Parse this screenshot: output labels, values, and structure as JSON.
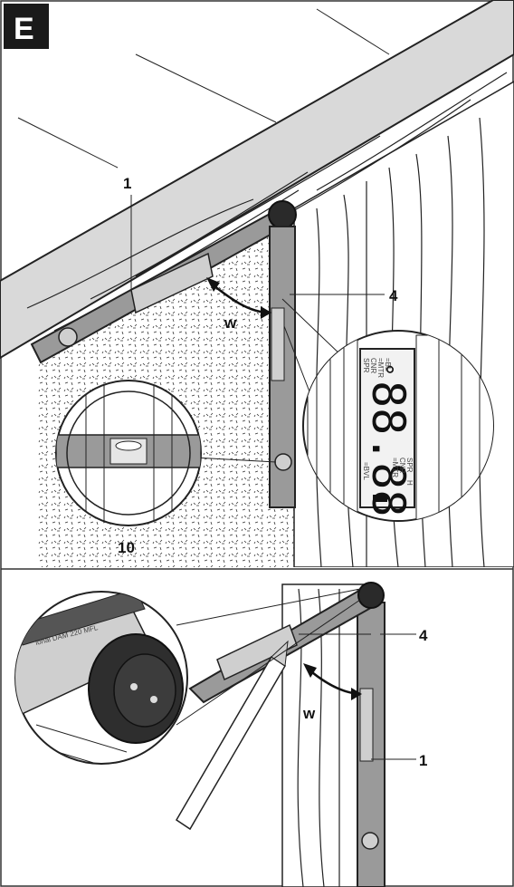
{
  "figure": {
    "badge": "E",
    "labels": {
      "top_device": "1",
      "top_display": "4",
      "top_angle": "w",
      "top_bubble": "10",
      "bottom_display": "4",
      "bottom_angle": "w",
      "bottom_device": "1"
    },
    "display": {
      "reading": "88.88",
      "degree": "°",
      "top_modes": [
        "SPR",
        "CNR",
        "=MTR",
        "=BL",
        "=BVL"
      ],
      "bottom_modes": [
        "SPR",
        "H",
        "CNR",
        "=MTR",
        "=BVL"
      ]
    },
    "brand_text": "ional DAM 220 MFL"
  },
  "colors": {
    "background": "#ffffff",
    "badge": "#1a1a1a",
    "rafter": "#d9d9d9",
    "device": "#9a9a9a",
    "line": "#222222"
  }
}
